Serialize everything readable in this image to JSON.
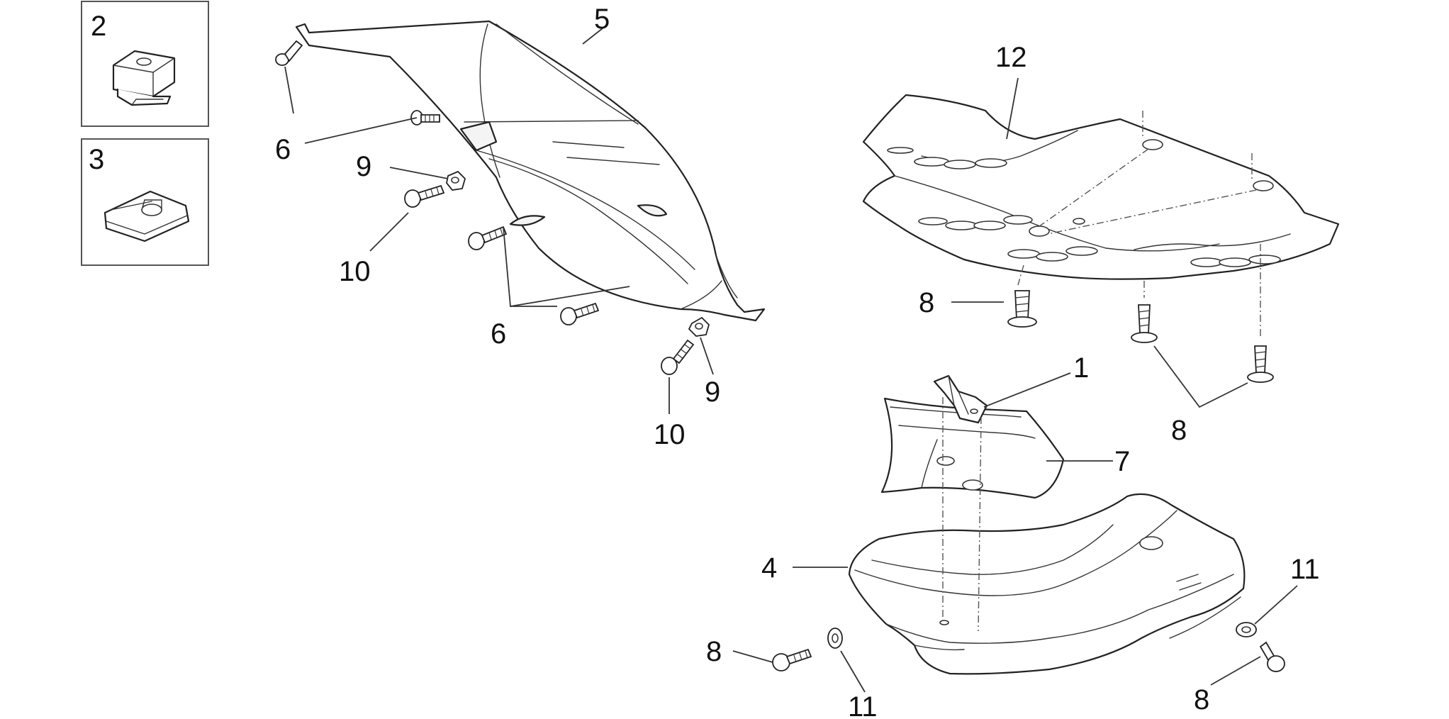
{
  "callouts": {
    "c1": "1",
    "c2": "2",
    "c3": "3",
    "c4": "4",
    "c5": "5",
    "c6a": "6",
    "c6b": "6",
    "c7": "7",
    "c8a": "8",
    "c8b": "8",
    "c8c": "8",
    "c8d": "8",
    "c9a": "9",
    "c9b": "9",
    "c10a": "10",
    "c10b": "10",
    "c11a": "11",
    "c11b": "11",
    "c12": "12"
  },
  "colors": {
    "line": "#222222",
    "background": "#ffffff"
  }
}
